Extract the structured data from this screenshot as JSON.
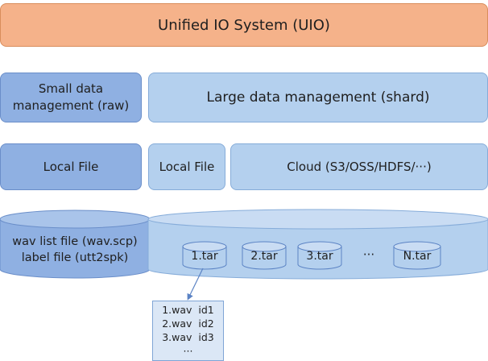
{
  "header": {
    "title": "Unified IO System (UIO)"
  },
  "management": {
    "small_line1": "Small data",
    "small_line2": "management (raw)",
    "large": "Large data management (shard)"
  },
  "storage": {
    "local_file_left": "Local File",
    "local_file_mid": "Local File",
    "cloud": "Cloud (S3/OSS/HDFS/···)"
  },
  "raw_db": {
    "line1": "wav list file (wav.scp)",
    "line2": "label file (utt2spk)"
  },
  "shards": {
    "items": [
      "1.tar",
      "2.tar",
      "3.tar",
      "N.tar"
    ],
    "ellipsis": "···"
  },
  "tar_contents": {
    "rows": [
      "1.wav  id1",
      "2.wav  id2",
      "3.wav  id3",
      "···"
    ]
  },
  "colors": {
    "header_fill": "#f5b28a",
    "dark_blue": "#8fb0e2",
    "light_blue": "#b4d0ee",
    "arrow": "#5b83c4"
  }
}
